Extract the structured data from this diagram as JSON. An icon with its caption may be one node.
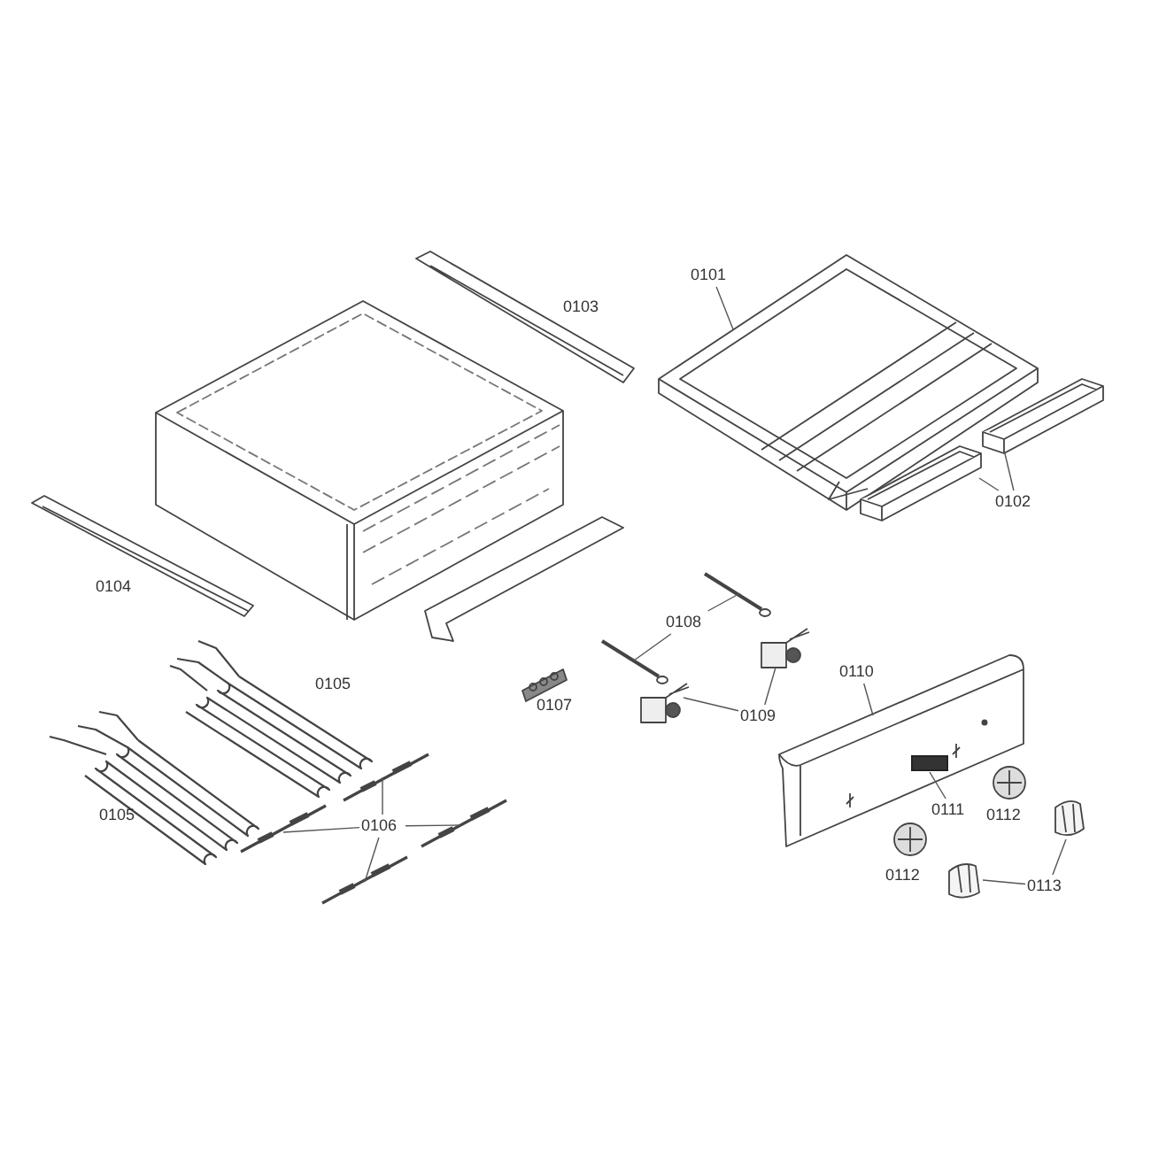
{
  "diagram": {
    "nodes": [
      {
        "text": [
          "0101"
        ]
      },
      {
        "text": [],
        "shape": "picture"
      },
      {
        "text": [
          "0102"
        ]
      },
      {
        "text": [],
        "shape": "picture"
      },
      {
        "text": [],
        "shape": "picture"
      },
      {
        "text": [
          "0106"
        ]
      },
      {
        "text": [],
        "shape": "picture"
      },
      {
        "text": [],
        "shape": "picture"
      },
      {
        "text": [],
        "shape": "picture"
      },
      {
        "text": [],
        "shape": "picture"
      },
      {
        "text": [
          "0108"
        ]
      },
      {
        "text": [],
        "shape": "picture"
      },
      {
        "text": [],
        "shape": "picture"
      },
      {
        "text": [
          "0109"
        ]
      },
      {
        "text": [],
        "shape": "picture"
      },
      {
        "text": [],
        "shape": "picture"
      },
      {
        "text": [
          "0110"
        ]
      },
      {
        "text": [],
        "shape": "picture"
      },
      {
        "text": [
          "0111"
        ]
      },
      {
        "text": [],
        "shape": "box",
        "in": 17
      },
      {
        "text": [
          "0113"
        ]
      },
      {
        "text": [],
        "shape": "picture"
      },
      {
        "text": [],
        "shape": "picture"
      }
    ],
    "edges": [
      {
        "from": 0,
        "to": 1,
        "arrow": "none"
      },
      {
        "from": 2,
        "to": 3,
        "arrow": "none"
      },
      {
        "from": 2,
        "to": 4,
        "arrow": "none"
      },
      {
        "from": 5,
        "to": 6,
        "arrow": "none"
      },
      {
        "from": 5,
        "to": 7,
        "arrow": "none"
      },
      {
        "from": 5,
        "to": 8,
        "arrow": "none"
      },
      {
        "from": 5,
        "to": 9,
        "arrow": "none"
      },
      {
        "from": 10,
        "to": 11,
        "arrow": "none"
      },
      {
        "from": 10,
        "to": 12,
        "arrow": "none"
      },
      {
        "from": 13,
        "to": 14,
        "arrow": "none"
      },
      {
        "from": 13,
        "to": 15,
        "arrow": "none"
      },
      {
        "from": 16,
        "to": 17,
        "arrow": "none"
      },
      {
        "from": 18,
        "to": 19,
        "arrow": "none"
      },
      {
        "from": 20,
        "to": 21,
        "arrow": "none"
      },
      {
        "from": 20,
        "to": 22,
        "arrow": "none"
      }
    ],
    "labels": [
      "0103",
      "0104",
      "0105",
      "0105",
      "0107",
      "0112",
      "0112"
    ]
  }
}
